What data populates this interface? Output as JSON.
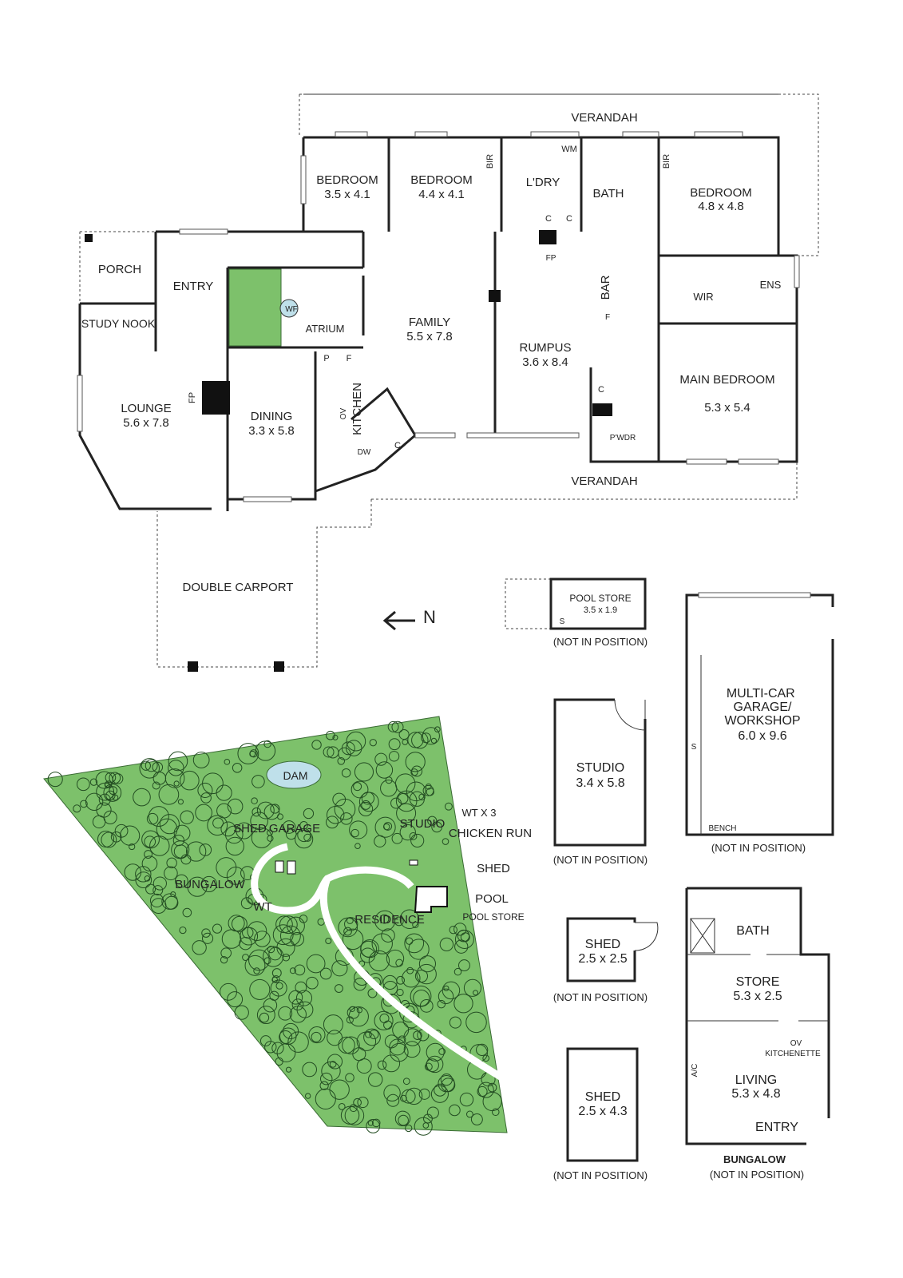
{
  "house": {
    "rooms": [
      {
        "name": "VERANDAH",
        "size": ""
      },
      {
        "name": "BEDROOM",
        "size": "3.5 x 4.1"
      },
      {
        "name": "BEDROOM",
        "size": "4.4 x 4.1"
      },
      {
        "name": "L'DRY",
        "size": ""
      },
      {
        "name": "BATH",
        "size": ""
      },
      {
        "name": "BEDROOM",
        "size": "4.8 x 4.8"
      },
      {
        "name": "PORCH",
        "size": ""
      },
      {
        "name": "ENTRY",
        "size": ""
      },
      {
        "name": "ATRIUM",
        "size": ""
      },
      {
        "name": "FAMILY",
        "size": "5.5 x 7.8"
      },
      {
        "name": "RUMPUS",
        "size": "3.6 x 8.4"
      },
      {
        "name": "WIR",
        "size": ""
      },
      {
        "name": "ENS",
        "size": ""
      },
      {
        "name": "STUDY NOOK",
        "size": ""
      },
      {
        "name": "LOUNGE",
        "size": "5.6 x 7.8"
      },
      {
        "name": "DINING",
        "size": "3.3 x 5.8"
      },
      {
        "name": "KITCHEN",
        "size": ""
      },
      {
        "name": "MAIN BEDROOM",
        "size": "5.3 x 5.4"
      },
      {
        "name": "VERANDAH",
        "size": ""
      },
      {
        "name": "DOUBLE CARPORT",
        "size": ""
      }
    ],
    "fixtures": {
      "bir": "BIR",
      "wm": "WM",
      "c": "C",
      "fp": "FP",
      "bar": "BAR",
      "f": "F",
      "p": "P",
      "wf": "WF",
      "ov": "OV",
      "dw": "DW",
      "pwdr": "P'WDR"
    }
  },
  "north": {
    "label": "N",
    "icon": "north-arrow-icon"
  },
  "site": {
    "labels": [
      "DAM",
      "SHED",
      "GARAGE",
      "STUDIO",
      "WT X 3",
      "CHICKEN RUN",
      "SHED",
      "BUNGALOW",
      "WT",
      "POOL",
      "RESIDENCE",
      "POOL STORE"
    ]
  },
  "outbuildings": {
    "pool_store": {
      "name": "POOL STORE",
      "size": "3.5 x 1.9",
      "s": "S",
      "note": "(NOT IN POSITION)"
    },
    "garage": {
      "name": "MULTI-CAR GARAGE/ WORKSHOP",
      "size": "6.0 x 9.6",
      "s": "S",
      "bench": "BENCH",
      "note": "(NOT IN POSITION)"
    },
    "studio": {
      "name": "STUDIO",
      "size": "3.4 x 5.8",
      "note": "(NOT IN POSITION)"
    },
    "shed_small": {
      "name": "SHED",
      "size": "2.5 x 2.5",
      "note": "(NOT IN POSITION)"
    },
    "shed_large": {
      "name": "SHED",
      "size": "2.5 x 4.3",
      "note": "(NOT IN POSITION)"
    },
    "bungalow": {
      "title": "BUNGALOW",
      "note": "(NOT IN POSITION)",
      "bath": "BATH",
      "store": "STORE",
      "store_size": "5.3 x 2.5",
      "ov": "OV",
      "kitchenette": "KITCHENETTE",
      "ac": "A/C",
      "living": "LIVING",
      "living_size": "5.3 x 4.8",
      "entry": "ENTRY"
    }
  },
  "colors": {
    "land": "#7dc16b",
    "water": "#bfe0ea",
    "atrium": "#7dc16b"
  }
}
